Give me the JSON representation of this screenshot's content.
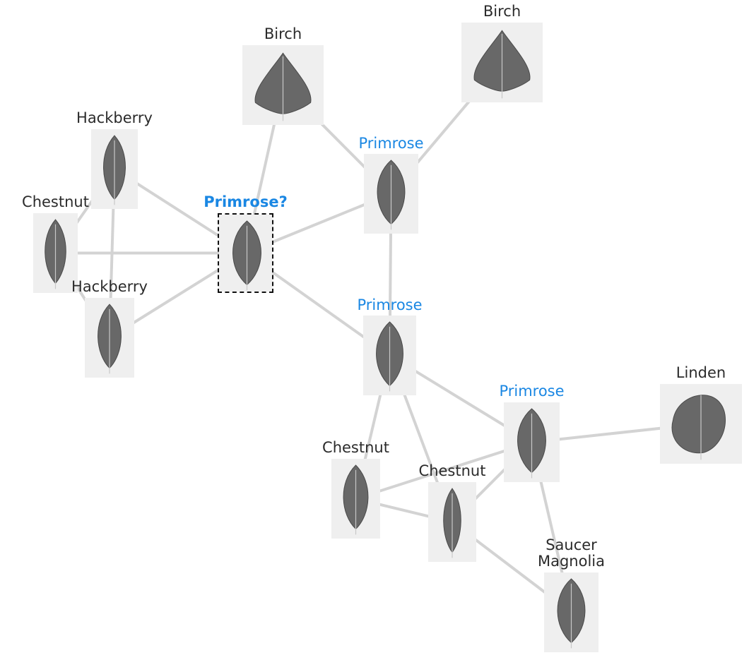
{
  "colors": {
    "edge": "#d3d3d3",
    "label_default": "#2b2b2b",
    "label_highlight": "#1a87e3",
    "tile_background": "#efefef",
    "leaf_fill": "#686868",
    "leaf_vein": "#c8c8c8"
  },
  "nodes": [
    {
      "id": "n_query",
      "label": "Primrose?",
      "style": "query",
      "leaf_shape": "oval"
    },
    {
      "id": "n_birch1",
      "label": "Birch",
      "style": "default",
      "leaf_shape": "birch"
    },
    {
      "id": "n_birch2",
      "label": "Birch",
      "style": "default",
      "leaf_shape": "birch"
    },
    {
      "id": "n_hack1",
      "label": "Hackberry",
      "style": "default",
      "leaf_shape": "lance"
    },
    {
      "id": "n_chest1",
      "label": "Chestnut",
      "style": "default",
      "leaf_shape": "lance"
    },
    {
      "id": "n_hack2",
      "label": "Hackberry",
      "style": "default",
      "leaf_shape": "lance"
    },
    {
      "id": "n_prim1",
      "label": "Primrose",
      "style": "highlight",
      "leaf_shape": "oval"
    },
    {
      "id": "n_prim2",
      "label": "Primrose",
      "style": "highlight",
      "leaf_shape": "oval"
    },
    {
      "id": "n_prim3",
      "label": "Primrose",
      "style": "highlight",
      "leaf_shape": "oval"
    },
    {
      "id": "n_linden",
      "label": "Linden",
      "style": "default",
      "leaf_shape": "round"
    },
    {
      "id": "n_chest2",
      "label": "Chestnut",
      "style": "default",
      "leaf_shape": "oval"
    },
    {
      "id": "n_chest3",
      "label": "Chestnut",
      "style": "default",
      "leaf_shape": "narrow"
    },
    {
      "id": "n_saucer",
      "label": "Saucer\nMagnolia",
      "style": "default",
      "leaf_shape": "oval"
    }
  ],
  "edges": [
    [
      "n_query",
      "n_birch1"
    ],
    [
      "n_query",
      "n_hack1"
    ],
    [
      "n_query",
      "n_chest1"
    ],
    [
      "n_query",
      "n_hack2"
    ],
    [
      "n_query",
      "n_prim1"
    ],
    [
      "n_query",
      "n_prim2"
    ],
    [
      "n_birch1",
      "n_prim1"
    ],
    [
      "n_birch2",
      "n_prim1"
    ],
    [
      "n_prim1",
      "n_prim2"
    ],
    [
      "n_hack1",
      "n_chest1"
    ],
    [
      "n_hack1",
      "n_hack2"
    ],
    [
      "n_chest1",
      "n_hack2"
    ],
    [
      "n_prim2",
      "n_prim3"
    ],
    [
      "n_prim2",
      "n_chest2"
    ],
    [
      "n_prim2",
      "n_chest3"
    ],
    [
      "n_prim3",
      "n_linden"
    ],
    [
      "n_prim3",
      "n_chest2"
    ],
    [
      "n_prim3",
      "n_chest3"
    ],
    [
      "n_prim3",
      "n_saucer"
    ],
    [
      "n_chest2",
      "n_chest3"
    ],
    [
      "n_chest3",
      "n_saucer"
    ]
  ]
}
